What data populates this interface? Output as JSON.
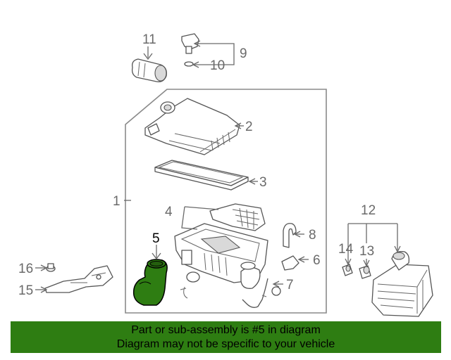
{
  "callouts": {
    "c1": "1",
    "c2": "2",
    "c3": "3",
    "c4": "4",
    "c5": "5",
    "c6": "6",
    "c7": "7",
    "c8": "8",
    "c9": "9",
    "c10": "10",
    "c11": "11",
    "c12": "12",
    "c13": "13",
    "c14": "14",
    "c15": "15",
    "c16": "16"
  },
  "highlighted_part": "5",
  "colors": {
    "highlight": "#2e7d12",
    "line": "#555555",
    "callout": "#6a6a6a"
  },
  "banner": {
    "line1": "Part or sub-assembly is #5 in diagram",
    "line2": "Diagram may not be specific to your vehicle"
  }
}
